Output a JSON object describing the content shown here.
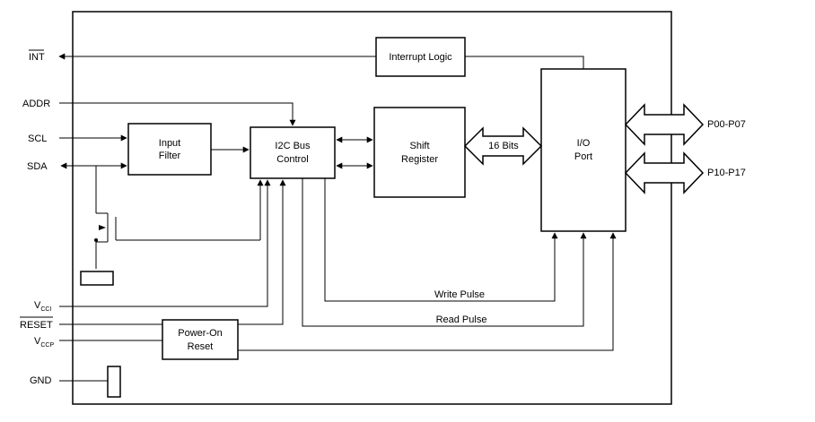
{
  "pins": {
    "int": "INT",
    "addr": "ADDR",
    "scl": "SCL",
    "sda": "SDA",
    "vcci_main": "V",
    "vcci_sub": "CCI",
    "reset": "RESET",
    "vccp_main": "V",
    "vccp_sub": "CCP",
    "gnd": "GND",
    "p0": "P00-P07",
    "p1": "P10-P17"
  },
  "blocks": {
    "interrupt": "Interrupt Logic",
    "input_filter": [
      "Input",
      "Filter"
    ],
    "i2c": [
      "I2C Bus",
      "Control"
    ],
    "shift": [
      "Shift",
      "Register"
    ],
    "io": [
      "I/O",
      "Port"
    ],
    "por": [
      "Power-On",
      "Reset"
    ]
  },
  "signals": {
    "bits": "16 Bits",
    "write": "Write Pulse",
    "read": "Read Pulse"
  }
}
